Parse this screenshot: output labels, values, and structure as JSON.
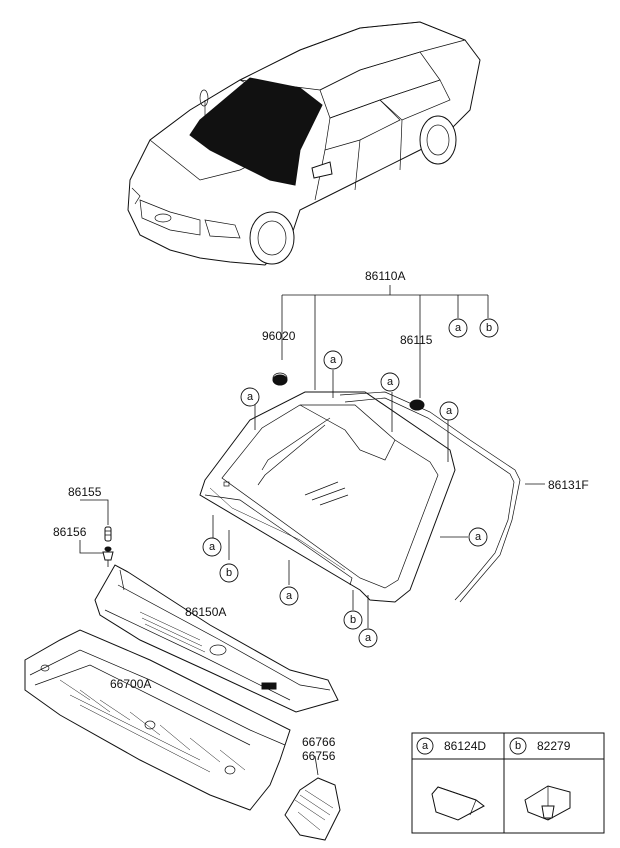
{
  "parts": {
    "windshield_assy": "86110A",
    "sensor": "96020",
    "clip": "86115",
    "molding": "86131F",
    "fastener_top": "86155",
    "fastener_bottom": "86156",
    "cowl_cover": "86150A",
    "cowl_panel": "66700A",
    "bracket_top": "66766",
    "bracket_bottom": "66756"
  },
  "callouts": {
    "a": "a",
    "b": "b"
  },
  "legend": {
    "a_part": "86124D",
    "b_part": "82279"
  }
}
